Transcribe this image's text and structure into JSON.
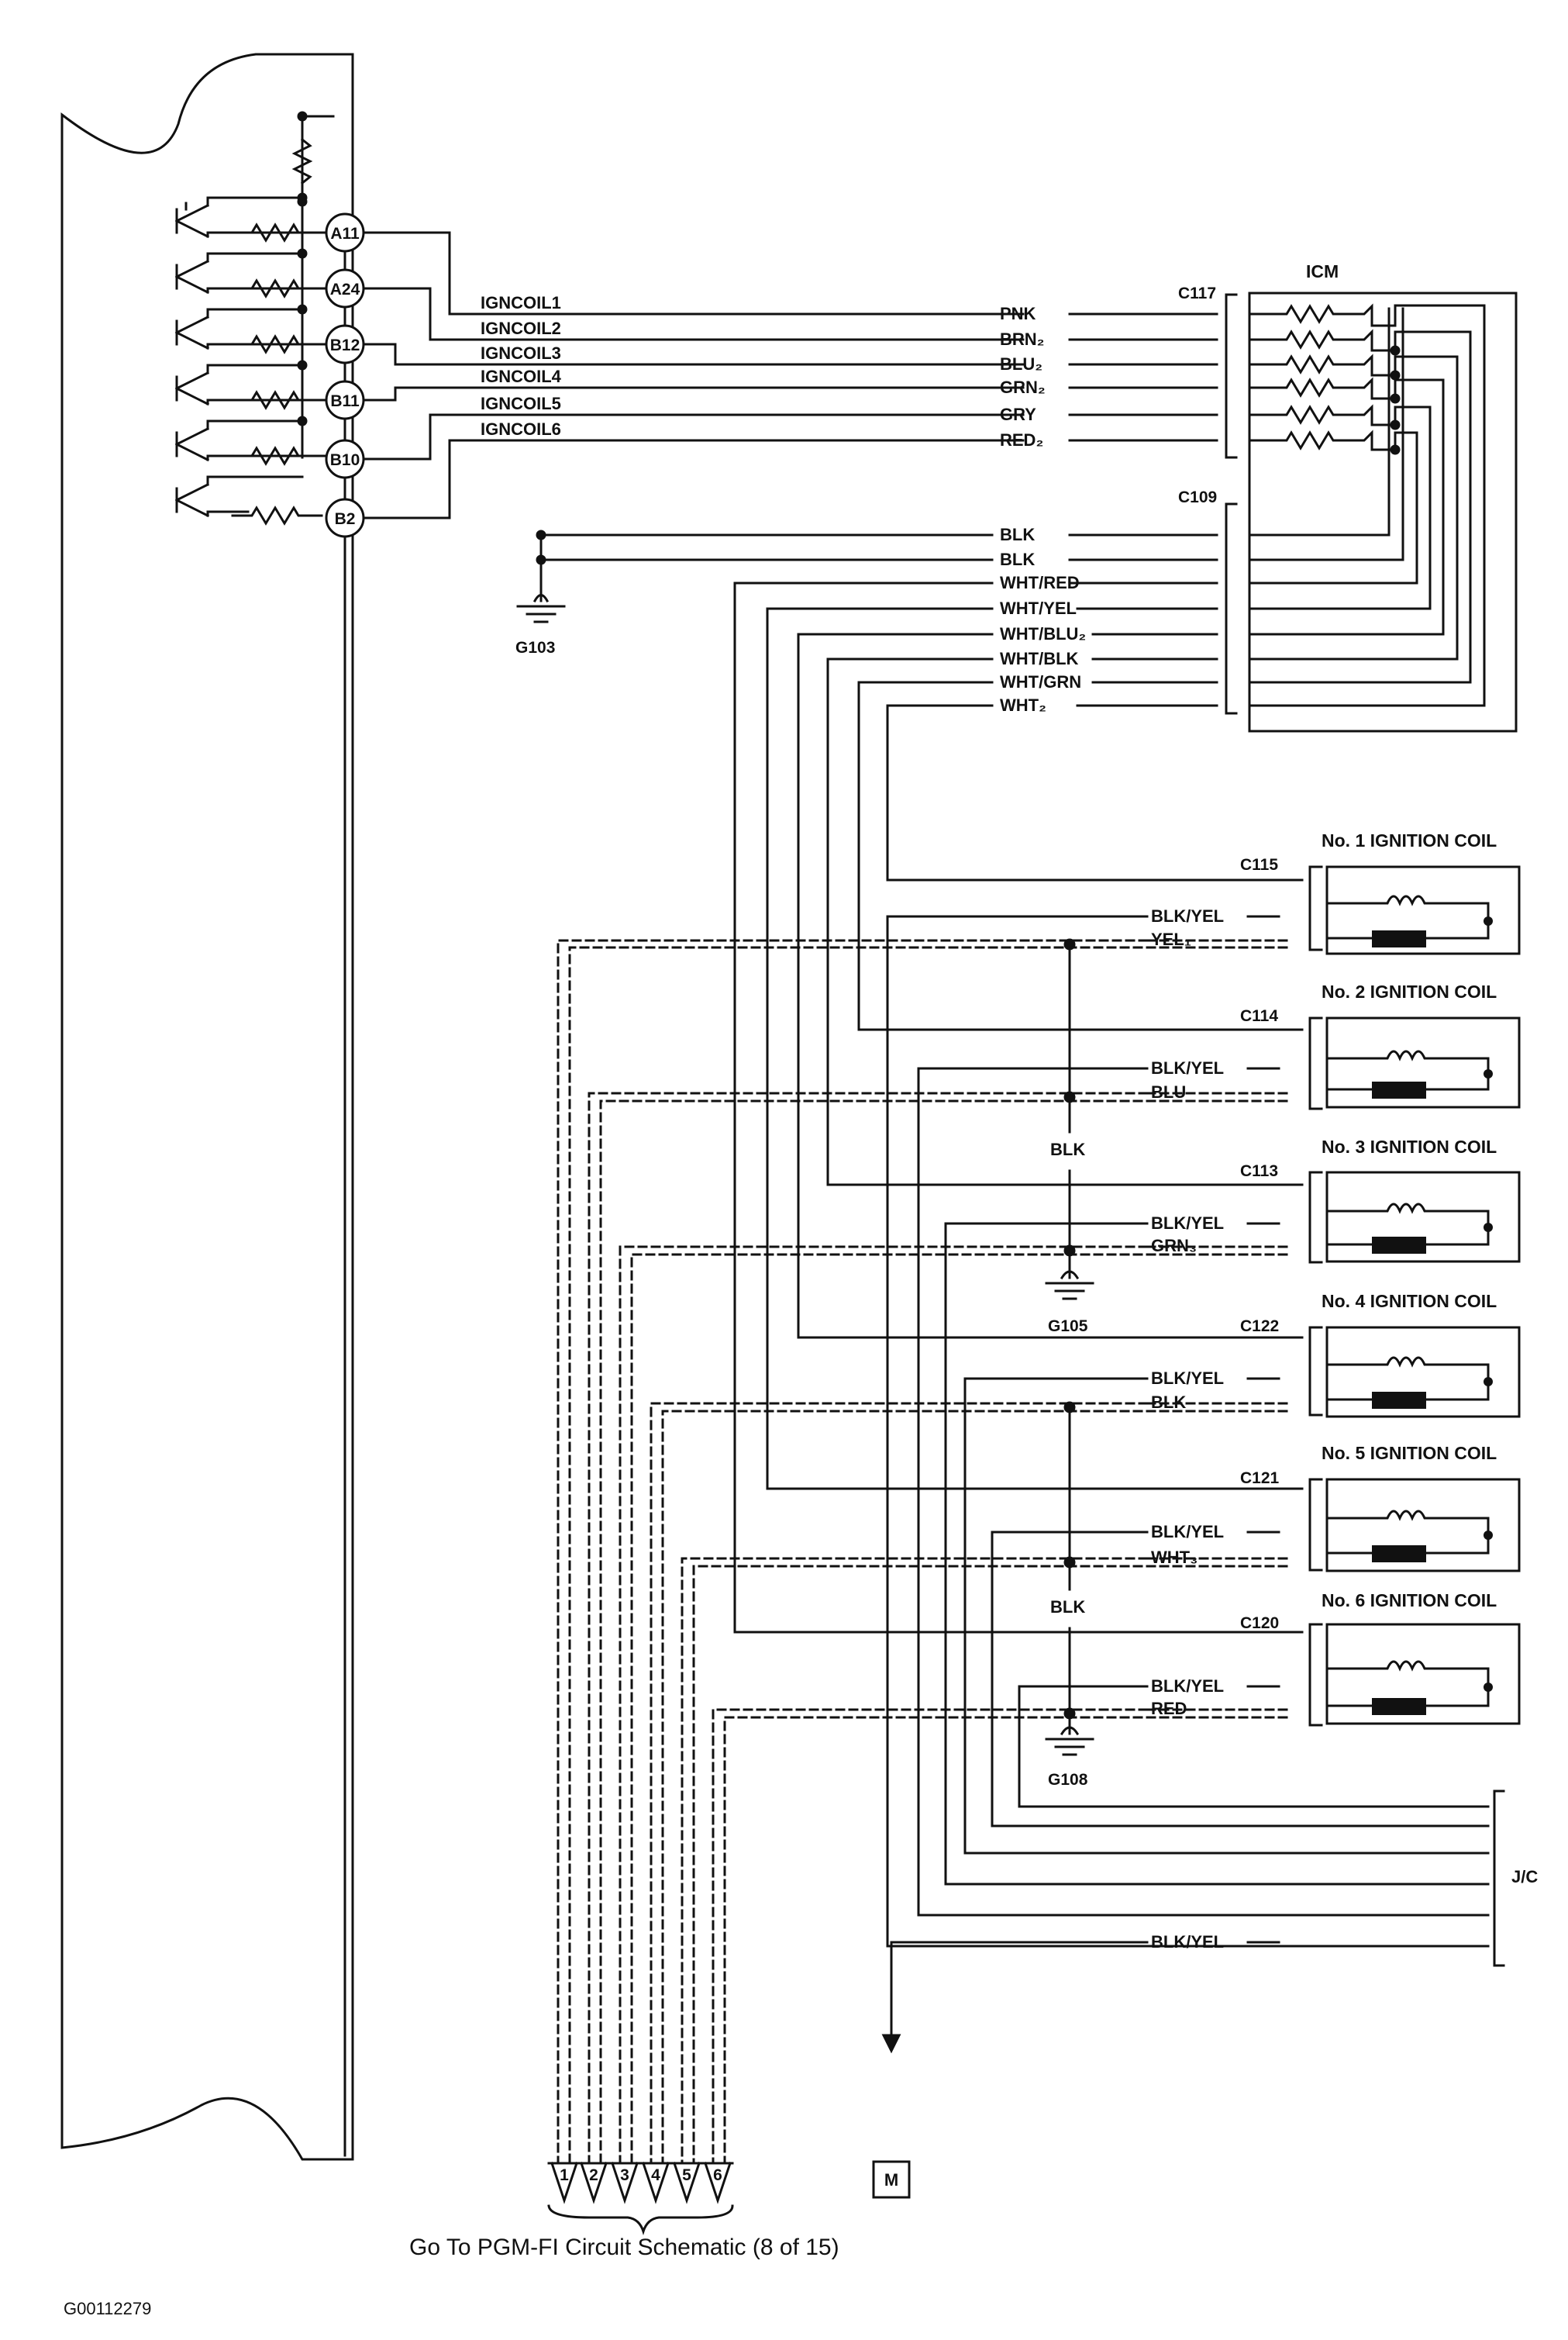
{
  "ecm_pins": [
    "A11",
    "A24",
    "B12",
    "B11",
    "B10",
    "B2"
  ],
  "ign_signals": [
    "IGNCOIL1",
    "IGNCOIL2",
    "IGNCOIL3",
    "IGNCOIL4",
    "IGNCOIL5",
    "IGNCOIL6"
  ],
  "icm": {
    "label": "ICM",
    "connector_top": "C117",
    "connector_bottom": "C109"
  },
  "c117_wires": [
    "PNK",
    "BRN₂",
    "BLU₂",
    "GRN₂",
    "GRY",
    "RED₂"
  ],
  "c109_wires": [
    "BLK",
    "BLK",
    "WHT/RED",
    "WHT/YEL",
    "WHT/BLU₂",
    "WHT/BLK",
    "WHT/GRN",
    "WHT₂"
  ],
  "grounds": [
    "G103",
    "G105",
    "G108"
  ],
  "coils": [
    {
      "title": "No. 1 IGNITION COIL",
      "connector": "C115",
      "wire1": "BLK/YEL",
      "wire2": "YEL₁"
    },
    {
      "title": "No. 2 IGNITION COIL",
      "connector": "C114",
      "wire1": "BLK/YEL",
      "wire2": "BLU"
    },
    {
      "title": "No. 3 IGNITION COIL",
      "connector": "C113",
      "wire1": "BLK/YEL",
      "wire2": "GRN₃"
    },
    {
      "title": "No. 4 IGNITION COIL",
      "connector": "C122",
      "wire1": "BLK/YEL",
      "wire2": "BLK"
    },
    {
      "title": "No. 5 IGNITION COIL",
      "connector": "C121",
      "wire1": "BLK/YEL",
      "wire2": "WHT₃"
    },
    {
      "title": "No. 6 IGNITION COIL",
      "connector": "C120",
      "wire1": "BLK/YEL",
      "wire2": "RED"
    }
  ],
  "blk_labels": [
    "BLK",
    "BLK"
  ],
  "jc_label": "J/C",
  "bottom_wire": "BLK/YEL",
  "connector_numbers": [
    "1",
    "2",
    "3",
    "4",
    "5",
    "6"
  ],
  "motor_label": "M",
  "caption": "Go To PGM-FI Circuit Schematic (8 of 15)",
  "figure_id": "G00112279"
}
